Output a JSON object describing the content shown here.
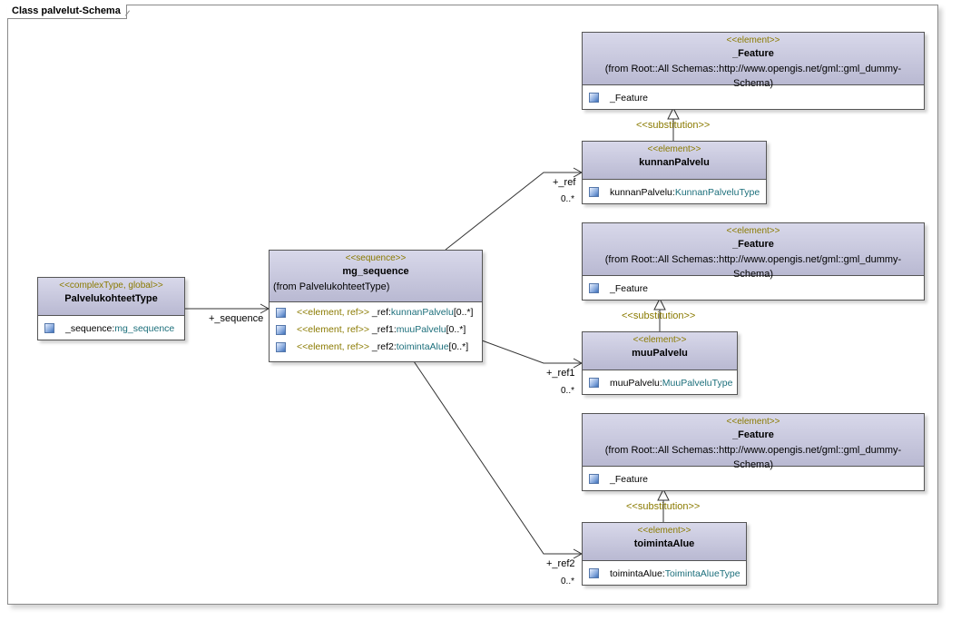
{
  "frame_title": "Class palvelut-Schema",
  "colors": {
    "header_top": "#d8d8ea",
    "header_bottom": "#b9b9d2",
    "stereotype": "#8a7a00",
    "type_link": "#1c6f7b",
    "line": "#333333"
  },
  "icons": {
    "attribute": "attribute-icon"
  },
  "classes": {
    "palvelukohteet": {
      "stereotype": "<<complexType, global>>",
      "name": "PalvelukohteetType",
      "attr": {
        "name": "_sequence:",
        "type": "mg_sequence"
      }
    },
    "sequence": {
      "stereotype": "<<sequence>>",
      "name": "mg_sequence",
      "from": "(from PalvelukohteetType)",
      "attrs": [
        {
          "stereo": "<<element, ref>>",
          "name": " _ref:",
          "type": "kunnanPalvelu",
          "mult": "[0..*]"
        },
        {
          "stereo": "<<element, ref>>",
          "name": " _ref1:",
          "type": "muuPalvelu",
          "mult": "[0..*]"
        },
        {
          "stereo": "<<element, ref>>",
          "name": " _ref2:",
          "type": "toimintaAlue",
          "mult": "[0..*]"
        }
      ]
    },
    "feature1": {
      "stereotype": "<<element>>",
      "name": "_Feature",
      "from": "(from Root::All Schemas::http://www.opengis.net/gml::gml_dummy-Schema)",
      "attr": "_Feature"
    },
    "kunnanPalvelu": {
      "stereotype": "<<element>>",
      "name": "kunnanPalvelu",
      "attr": {
        "name": "kunnanPalvelu:",
        "type": "KunnanPalveluType"
      }
    },
    "feature2": {
      "stereotype": "<<element>>",
      "name": "_Feature",
      "from": "(from Root::All Schemas::http://www.opengis.net/gml::gml_dummy-Schema)",
      "attr": "_Feature"
    },
    "muuPalvelu": {
      "stereotype": "<<element>>",
      "name": "muuPalvelu",
      "attr": {
        "name": "muuPalvelu:",
        "type": "MuuPalveluType"
      }
    },
    "feature3": {
      "stereotype": "<<element>>",
      "name": "_Feature",
      "from": "(from Root::All Schemas::http://www.opengis.net/gml::gml_dummy-Schema)",
      "attr": "_Feature"
    },
    "toimintaAlue": {
      "stereotype": "<<element>>",
      "name": "toimintaAlue",
      "attr": {
        "name": "toimintaAlue:",
        "type": "ToimintaAlueType"
      }
    }
  },
  "edge_labels": {
    "sequence": "+_sequence",
    "ref": "+_ref",
    "ref_mult": "0..*",
    "ref1": "+_ref1",
    "ref1_mult": "0..*",
    "ref2": "+_ref2",
    "ref2_mult": "0..*",
    "subst1": "<<substitution>>",
    "subst2": "<<substitution>>",
    "subst3": "<<substitution>>"
  }
}
